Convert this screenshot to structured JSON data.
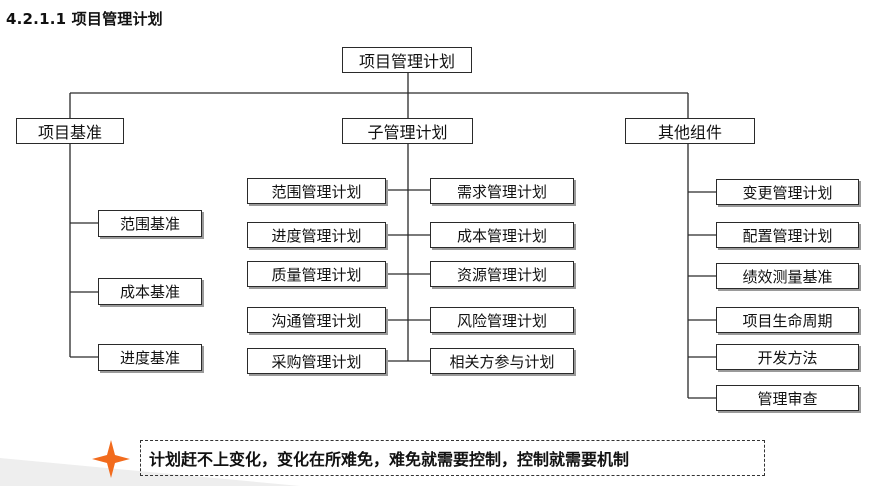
{
  "heading": "4.2.1.1 项目管理计划",
  "root": "项目管理计划",
  "branches": {
    "baseline": {
      "label": "项目基准",
      "items": [
        "范围基准",
        "成本基准",
        "进度基准"
      ]
    },
    "sub_plans": {
      "label": "子管理计划",
      "left_items": [
        "范围管理计划",
        "进度管理计划",
        "质量管理计划",
        "沟通管理计划",
        "采购管理计划"
      ],
      "right_items": [
        "需求管理计划",
        "成本管理计划",
        "资源管理计划",
        "风险管理计划",
        "相关方参与计划"
      ]
    },
    "other": {
      "label": "其他组件",
      "items": [
        "变更管理计划",
        "配置管理计划",
        "绩效测量基准",
        "项目生命周期",
        "开发方法",
        "管理审查"
      ]
    }
  },
  "motto": "计划赶不上变化，变化在所难免，难免就需要控制，控制就需要机制",
  "colors": {
    "accent_star": "#f26b1d",
    "line": "#2a2a2a"
  },
  "icons": {
    "motto_marker": "four-point-star-icon"
  }
}
